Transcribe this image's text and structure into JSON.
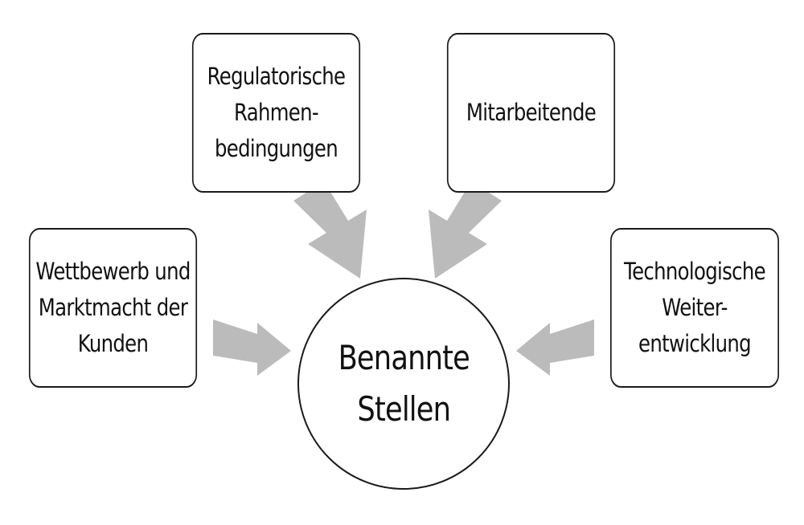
{
  "diagram": {
    "center": {
      "label": "Benannte\nStellen"
    },
    "nodes": [
      {
        "id": "regulatory",
        "label": "Regulatorische\nRahmen-\nbedingungen"
      },
      {
        "id": "staff",
        "label": "Mitarbeitende"
      },
      {
        "id": "competition",
        "label": "Wettbewerb und\nMarktmacht der\nKunden"
      },
      {
        "id": "technology",
        "label": "Technologische\nWeiter-\nentwicklung"
      }
    ],
    "edges": [
      {
        "from": "regulatory",
        "to": "center"
      },
      {
        "from": "staff",
        "to": "center"
      },
      {
        "from": "competition",
        "to": "center"
      },
      {
        "from": "technology",
        "to": "center"
      }
    ],
    "colors": {
      "arrow": "#bbbbbb",
      "border": "#1a1a1a",
      "background": "#ffffff",
      "text": "#111111"
    }
  }
}
